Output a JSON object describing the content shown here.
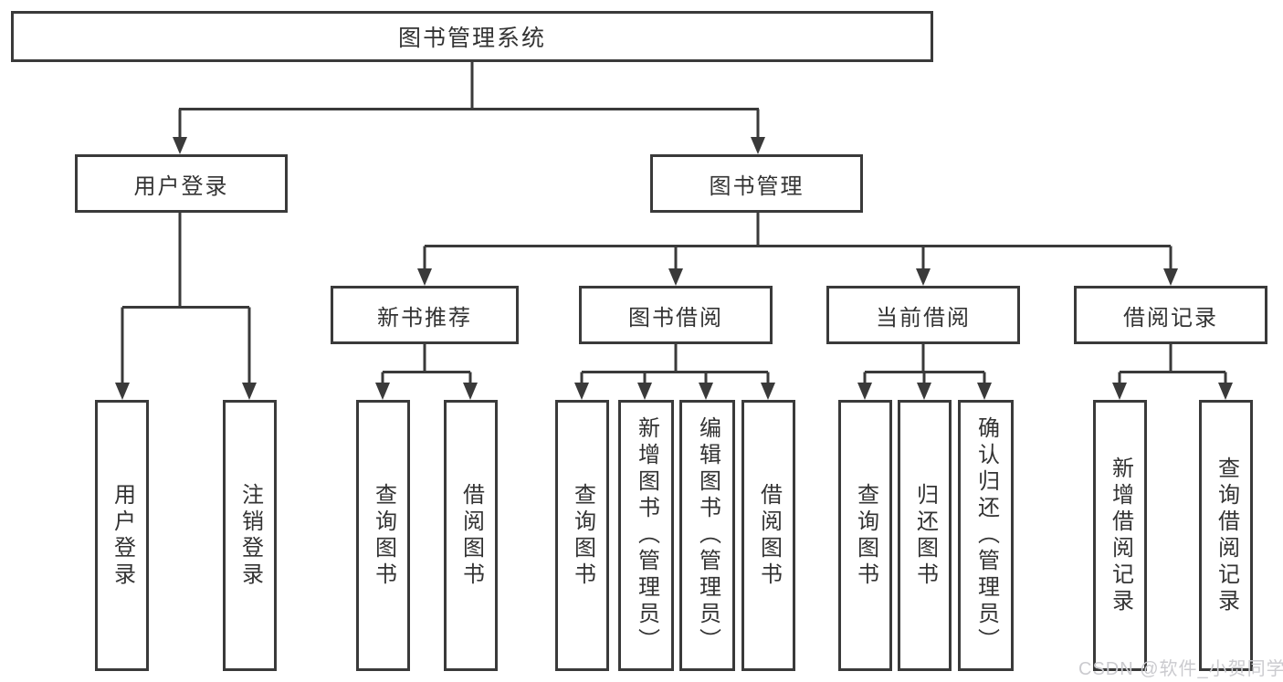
{
  "diagram_type": "hierarchy-tree",
  "colors": {
    "line": "#3a3a3a",
    "box_border": "#3a3a3a",
    "text": "#333333",
    "background": "#ffffff",
    "watermark": "#cbcbcf"
  },
  "tree": {
    "root": {
      "label": "图书管理系统",
      "children": [
        {
          "label": "用户登录",
          "children": [
            {
              "label": "用户登录"
            },
            {
              "label": "注销登录"
            }
          ]
        },
        {
          "label": "图书管理",
          "children": [
            {
              "label": "新书推荐",
              "children": [
                {
                  "label": "查询图书"
                },
                {
                  "label": "借阅图书"
                }
              ]
            },
            {
              "label": "图书借阅",
              "children": [
                {
                  "label": "查询图书"
                },
                {
                  "label": "新增图书（管理员）"
                },
                {
                  "label": "编辑图书（管理员）"
                },
                {
                  "label": "借阅图书"
                }
              ]
            },
            {
              "label": "当前借阅",
              "children": [
                {
                  "label": "查询图书"
                },
                {
                  "label": "归还图书"
                },
                {
                  "label": "确认归还（管理员）"
                }
              ]
            },
            {
              "label": "借阅记录",
              "children": [
                {
                  "label": "新增借阅记录"
                },
                {
                  "label": "查询借阅记录"
                }
              ]
            }
          ]
        }
      ]
    }
  },
  "watermark": {
    "text": "CSDN @软件_小贺同学"
  }
}
